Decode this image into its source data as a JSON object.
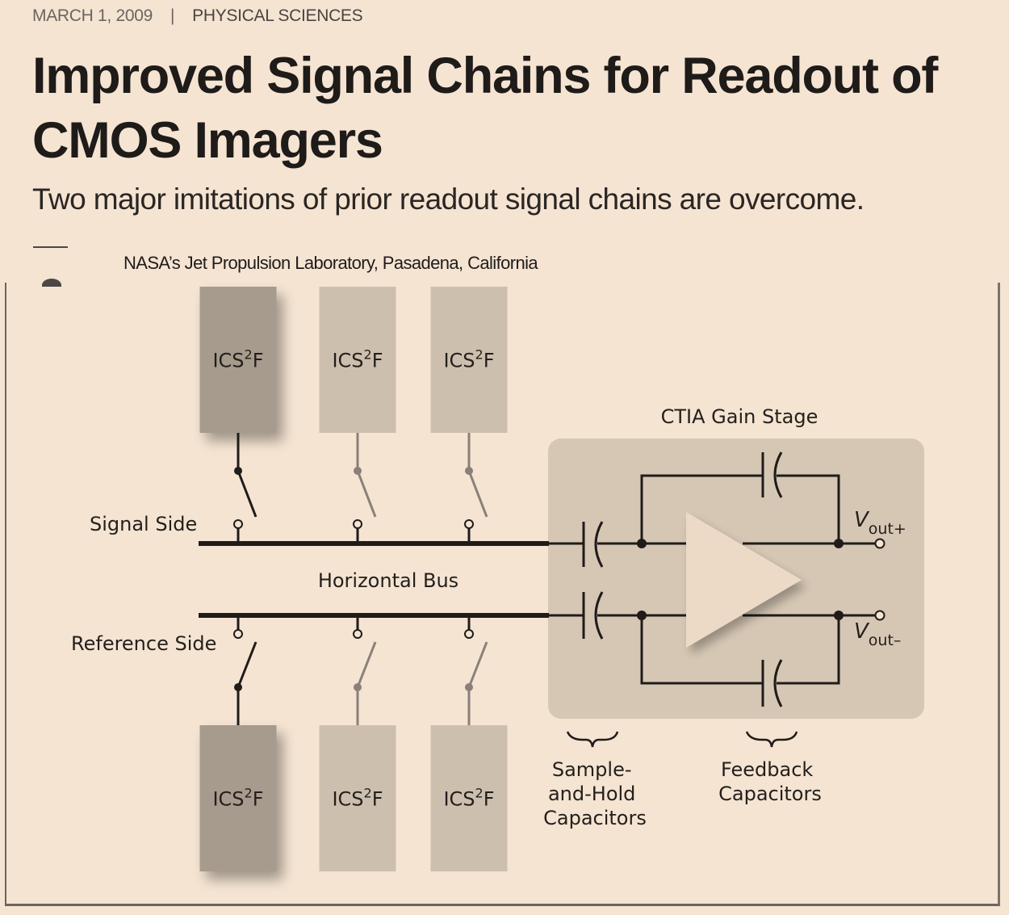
{
  "article": {
    "date": "MARCH 1, 2009",
    "separator": "|",
    "category": "PHYSICAL SCIENCES",
    "title": "Improved Signal Chains for Readout of CMOS Imagers",
    "subtitle": "Two major imitations of prior readout signal chains are overcome.",
    "affiliation": "NASA’s Jet Propulsion Laboratory, Pasadena, California"
  },
  "figure": {
    "signal_side_label": "Signal Side",
    "reference_side_label": "Reference Side",
    "horizontal_bus_label": "Horizontal Bus",
    "gain_stage_label": "CTIA Gain Stage",
    "block_label_main": "ICS",
    "block_label_sup": "2",
    "block_label_tail": "F",
    "top_blocks": [
      {
        "label": "ICS²F",
        "active": true
      },
      {
        "label": "ICS²F",
        "active": false
      },
      {
        "label": "ICS²F",
        "active": false
      }
    ],
    "bottom_blocks": [
      {
        "label": "ICS²F",
        "active": true
      },
      {
        "label": "ICS²F",
        "active": false
      },
      {
        "label": "ICS²F",
        "active": false
      }
    ],
    "vout_plus": {
      "main": "V",
      "sub": "out+"
    },
    "vout_minus": {
      "main": "V",
      "sub": "out–"
    },
    "sample_hold_label": [
      "Sample-",
      "and-Hold",
      "Capacitors"
    ],
    "feedback_label": [
      "Feedback",
      "Capacitors"
    ],
    "colors": {
      "background": "#f5e4d2",
      "block_active": "#a79b8e",
      "block_inactive": "#cdbfae",
      "gain_stage_fill": "#d6c7b4",
      "amplifier_fill": "#ecdac6",
      "wire_active": "#1f1c1a",
      "wire_inactive": "#8a807a"
    }
  }
}
